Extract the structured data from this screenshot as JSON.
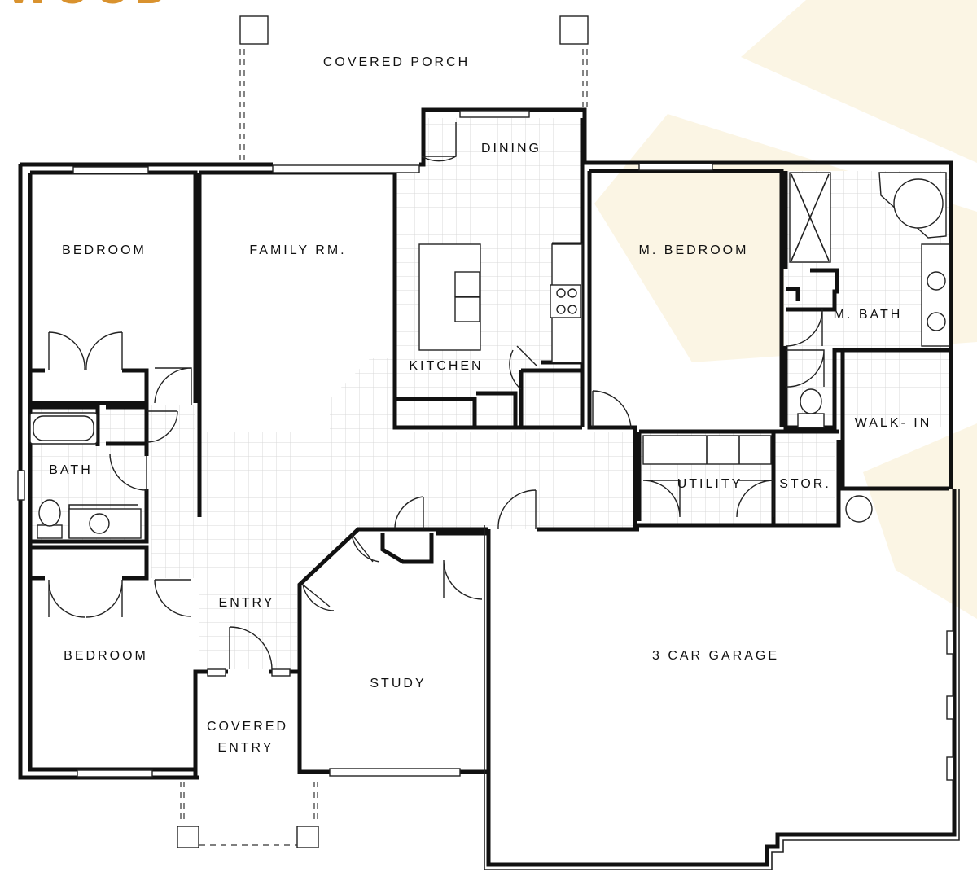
{
  "brand": {
    "partial_logo_text": "WOOD",
    "color": "#D9922E"
  },
  "background_shape_color": "#FBF5E4",
  "tile_color": "#D8D8D8",
  "rooms": {
    "covered_porch": "COVERED PORCH",
    "dining": "DINING",
    "bedroom_1": "BEDROOM",
    "family_room": "FAMILY RM.",
    "master_bedroom": "M. BEDROOM",
    "master_bath": "M. BATH",
    "kitchen": "KITCHEN",
    "walk_in": "WALK- IN",
    "bath": "BATH",
    "utility": "UTILITY",
    "storage": "STOR.",
    "entry": "ENTRY",
    "bedroom_2": "BEDROOM",
    "garage": "3 CAR GARAGE",
    "study": "STUDY",
    "covered_entry_line1": "COVERED",
    "covered_entry_line2": "ENTRY"
  }
}
